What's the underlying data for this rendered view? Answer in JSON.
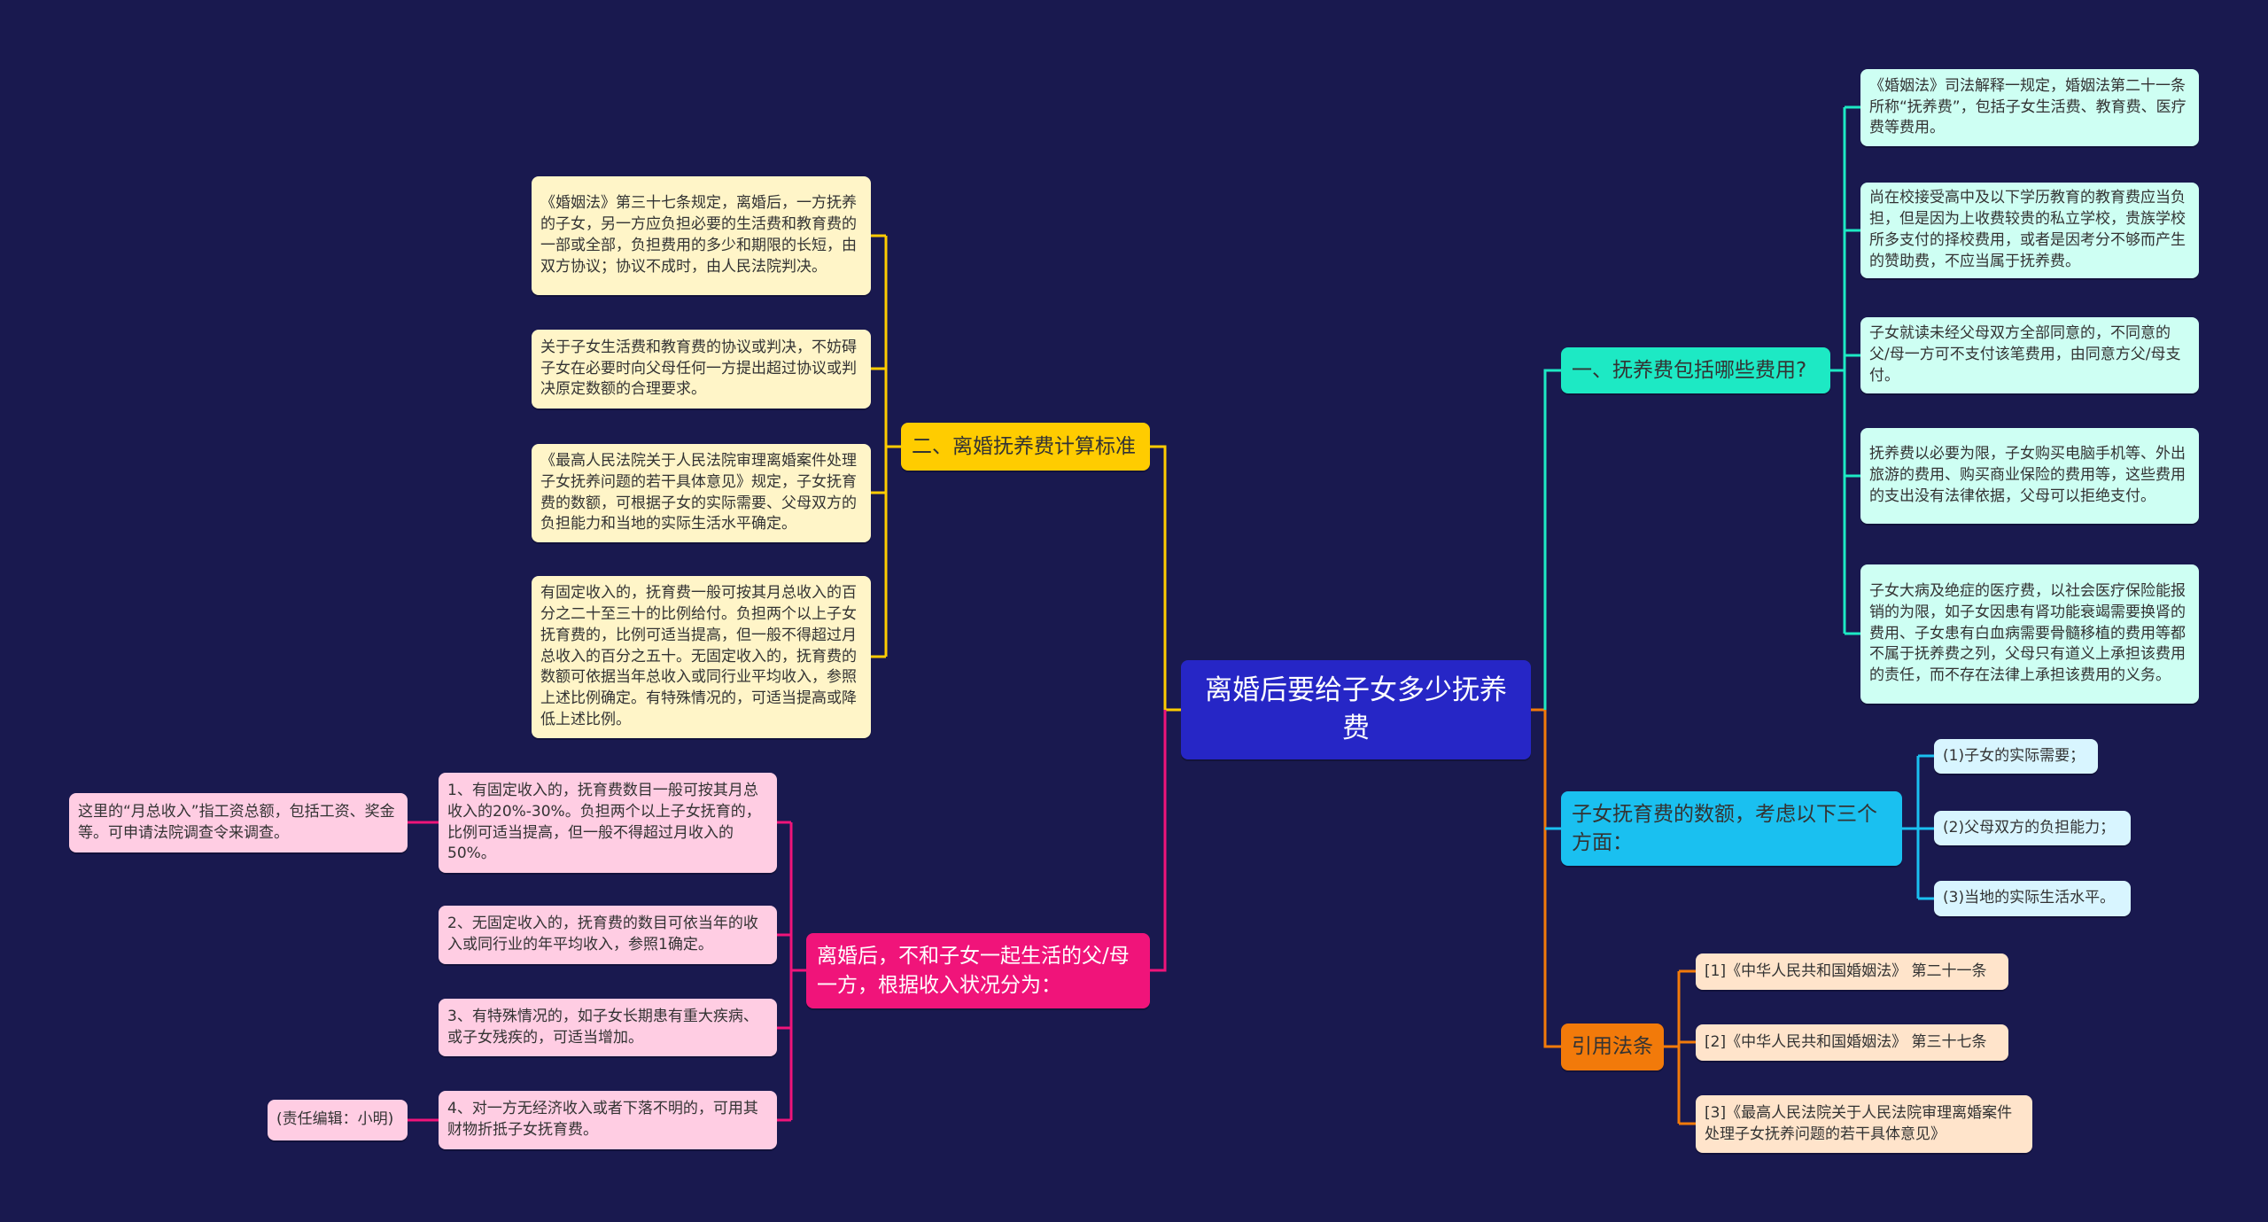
{
  "center": {
    "title": "离婚后要给子女多少抚养费",
    "color": "#2626c6"
  },
  "branches": {
    "calc": {
      "title": "二、离婚抚养费计算标准",
      "color": "#ffcc00",
      "items": [
        "《婚姻法》第三十七条规定，离婚后，一方抚养的子女，另一方应负担必要的生活费和教育费的一部或全部，负担费用的多少和期限的长短，由双方协议；协议不成时，由人民法院判决。",
        "关于子女生活费和教育费的协议或判决，不妨碍子女在必要时向父母任何一方提出超过协议或判决原定数额的合理要求。",
        "《最高人民法院关于人民法院审理离婚案件处理子女抚养问题的若干具体意见》规定，子女抚育费的数额，可根据子女的实际需要、父母双方的负担能力和当地的实际生活水平确定。",
        "有固定收入的，抚育费一般可按其月总收入的百分之二十至三十的比例给付。负担两个以上子女抚育费的，比例可适当提高，但一般不得超过月总收入的百分之五十。无固定收入的，抚育费的数额可依据当年总收入或同行业平均收入，参照上述比例确定。有特殊情况的，可适当提高或降低上述比例。"
      ]
    },
    "income": {
      "title": "离婚后，不和子女一起生活的父/母一方，根据收入状况分为：",
      "color": "#f0147a",
      "items": [
        "1、有固定收入的，抚育费数目一般可按其月总收入的20%-30%。负担两个以上子女抚育的，比例可适当提高，但一般不得超过月收入的50%。",
        "2、无固定收入的，抚育费的数目可依当年的收入或同行业的年平均收入，参照1确定。",
        "3、有特殊情况的，如子女长期患有重大疾病、或子女残疾的，可适当增加。",
        "4、对一方无经济收入或者下落不明的，可用其财物折抵子女抚育费。"
      ],
      "note1": "这里的“月总收入”指工资总额，包括工资、奖金等。可申请法院调查令来调查。",
      "note4": "(责任编辑：小明)"
    },
    "include": {
      "title": "一、抚养费包括哪些费用?",
      "color": "#1de9c4",
      "items": [
        "《婚姻法》司法解释一规定，婚姻法第二十一条所称“抚养费”，包括子女生活费、教育费、医疗费等费用。",
        "尚在校接受高中及以下学历教育的教育费应当负担，但是因为上收费较贵的私立学校，贵族学校所多支付的择校费用，或者是因考分不够而产生的赞助费，不应当属于抚养费。",
        "子女就读未经父母双方全部同意的，不同意的父/母一方可不支付该笔费用，由同意方父/母支付。",
        "抚养费以必要为限，子女购买电脑手机等、外出旅游的费用、购买商业保险的费用等，这些费用的支出没有法律依据，父母可以拒绝支付。",
        "子女大病及绝症的医疗费，以社会医疗保险能报销的为限，如子女因患有肾功能衰竭需要换肾的费用、子女患有白血病需要骨髓移植的费用等都不属于抚养费之列，父母只有道义上承担该费用的责任，而不存在法律上承担该费用的义务。"
      ]
    },
    "amount": {
      "title": "子女抚育费的数额，考虑以下三个方面：",
      "color": "#1ac0f0",
      "items": [
        "(1)子女的实际需要；",
        "(2)父母双方的负担能力；",
        "(3)当地的实际生活水平。"
      ]
    },
    "law": {
      "title": "引用法条",
      "color": "#f27a0a",
      "items": [
        "[1]《中华人民共和国婚姻法》 第二十一条",
        "[2]《中华人民共和国婚姻法》 第三十七条",
        "[3]《最高人民法院关于人民法院审理离婚案件处理子女抚养问题的若干具体意见》"
      ]
    }
  }
}
